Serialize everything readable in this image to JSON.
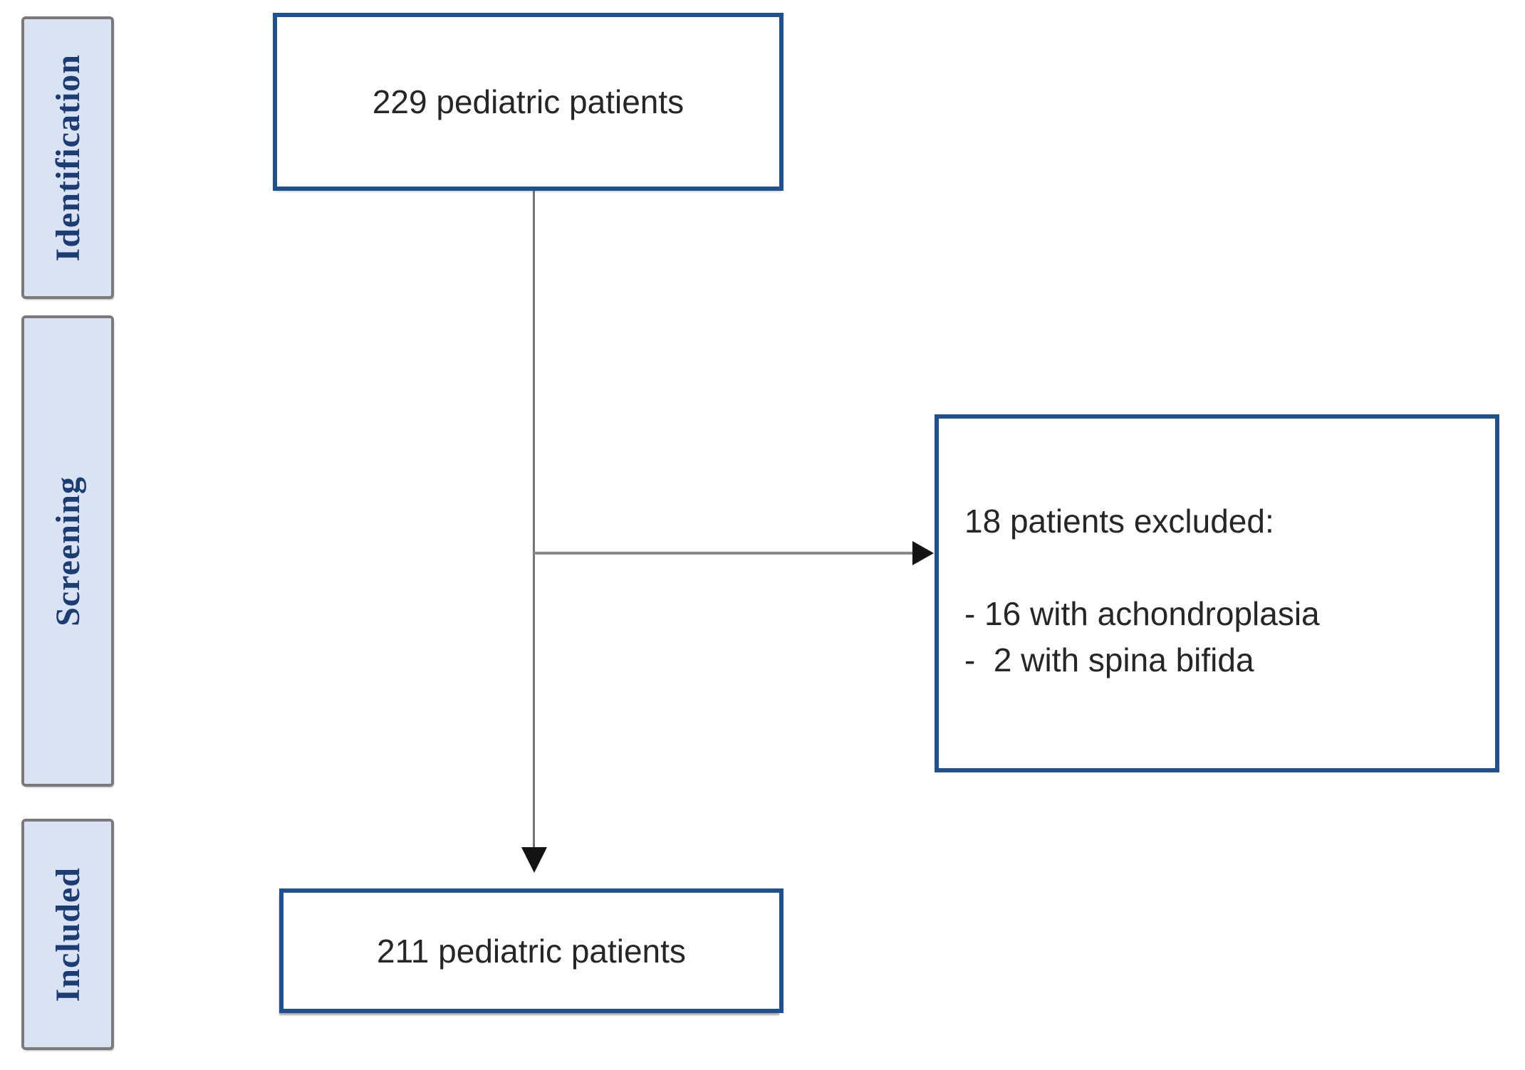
{
  "diagram": {
    "type": "patient-selection-flowchart",
    "stage_labels": [
      "Identification",
      "Screening",
      "Included"
    ],
    "top_box": "229 pediatric patients",
    "excluded_box": {
      "title": "18 patients excluded:",
      "items": [
        "- 16 with achondroplasia",
        "-  2 with spina bifida"
      ]
    },
    "bottom_box": "211 pediatric patients",
    "colors": {
      "flow_box_border": "#1f5191",
      "stage_fill": "#dae3f3",
      "stage_border": "#7a7a7a",
      "stage_text": "#1c3c74",
      "body_text": "#262626",
      "connector_gray": "#8a8a8a",
      "arrowhead_black": "#141414"
    }
  }
}
